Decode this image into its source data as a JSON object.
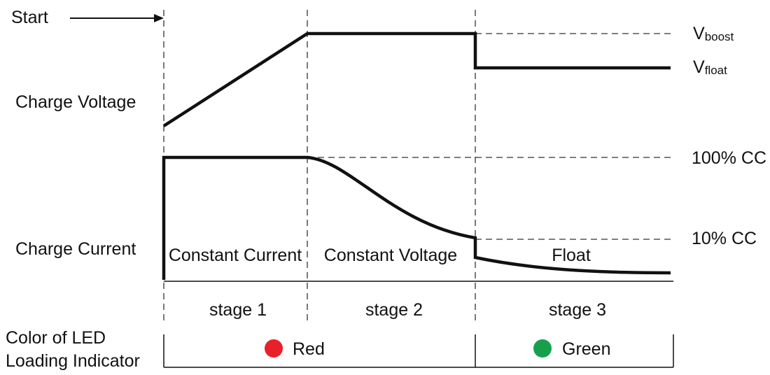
{
  "diagram": {
    "start_label": "Start",
    "rows": {
      "voltage": "Charge Voltage",
      "current": "Charge Current"
    },
    "voltage_levels": {
      "boost": {
        "symbol": "V",
        "subscript": "boost"
      },
      "float": {
        "symbol": "V",
        "subscript": "float"
      }
    },
    "current_levels": {
      "full": "100% CC",
      "low": "10% CC"
    },
    "modes": [
      "Constant Current",
      "Constant Voltage",
      "Float"
    ],
    "stages": [
      "stage 1",
      "stage 2",
      "stage 3"
    ],
    "led": {
      "label_line1": "Color of LED",
      "label_line2": "Loading Indicator",
      "indicators": [
        {
          "name": "Red",
          "color": "#e8202a"
        },
        {
          "name": "Green",
          "color": "#17a04b"
        }
      ]
    },
    "colors": {
      "line": "#111111",
      "dash": "#333333"
    }
  }
}
